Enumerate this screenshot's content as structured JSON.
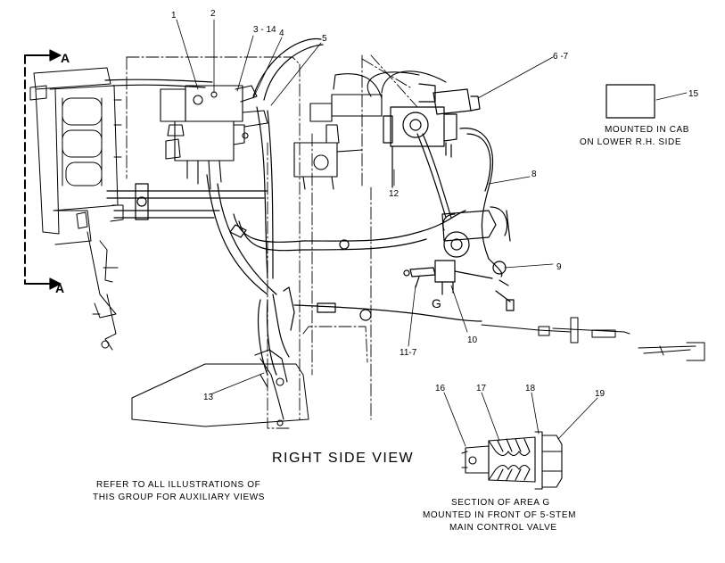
{
  "callouts": {
    "c1": "1",
    "c2": "2",
    "c3": "3 - 14",
    "c4": "4",
    "c5": "5",
    "c6": "6 -7",
    "c8": "8",
    "c9": "9",
    "c10": "10",
    "c11": "11-7",
    "c12": "12",
    "c13": "13",
    "c15": "15",
    "c16": "16",
    "c17": "17",
    "c18": "18",
    "c19": "19"
  },
  "section_markers": {
    "top": "A",
    "bottom": "A",
    "area": "G"
  },
  "notes": {
    "cab_line1": "MOUNTED IN CAB",
    "cab_line2": "ON LOWER R.H. SIDE",
    "view_title": "RIGHT SIDE VIEW",
    "refer_line1": "REFER TO ALL ILLUSTRATIONS OF",
    "refer_line2": "THIS GROUP FOR AUXILIARY VIEWS",
    "section_line1": "SECTION OF AREA G",
    "section_line2": "MOUNTED IN FRONT OF 5-STEM",
    "section_line3": "MAIN CONTROL VALVE"
  }
}
